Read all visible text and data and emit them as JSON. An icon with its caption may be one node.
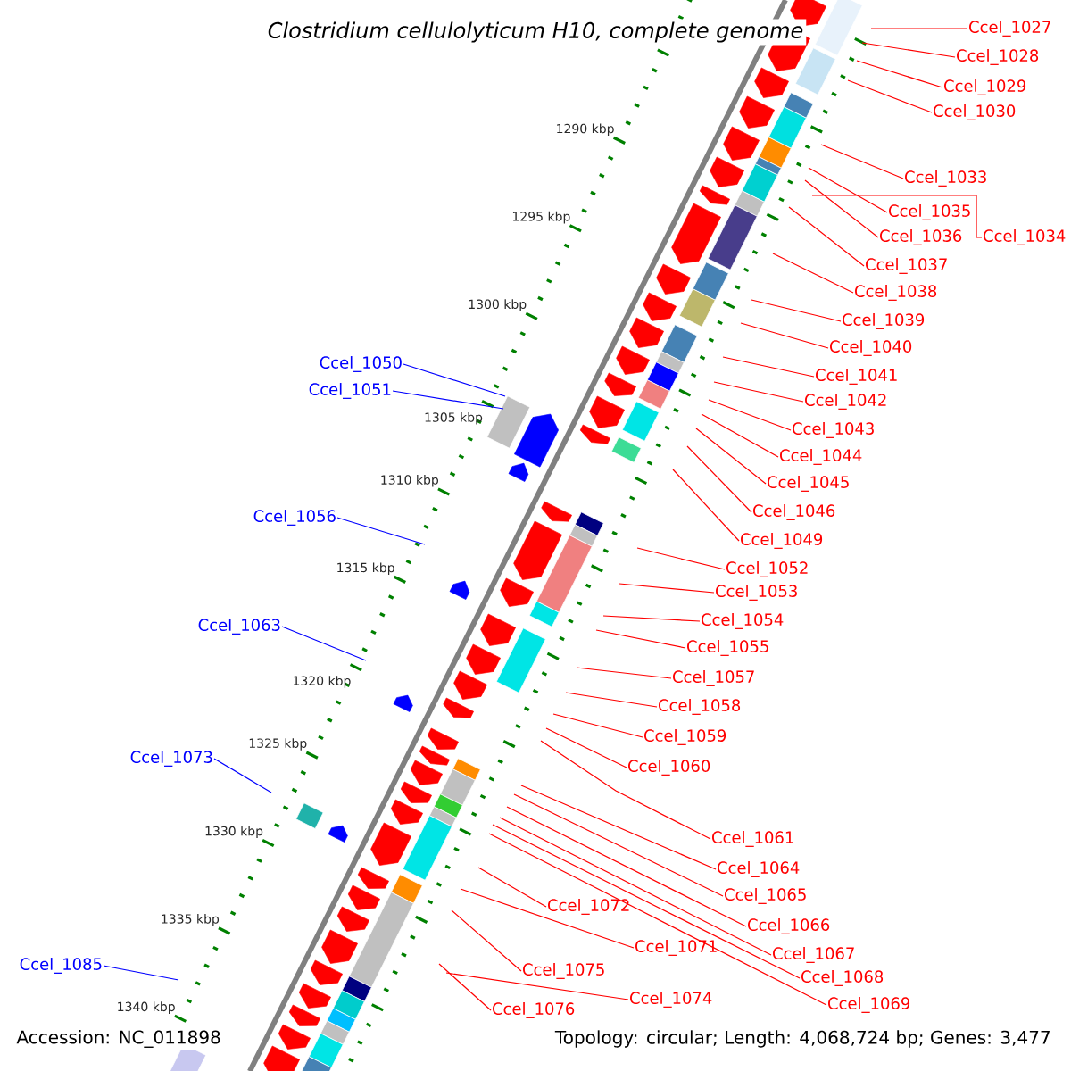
{
  "diagram": {
    "title": "Clostridium cellulolyticum H10, complete genome",
    "nodes": [
      {
        "text": [
          "Ccel_1027"
        ]
      },
      {
        "text": [
          "Ccel_1028"
        ]
      },
      {
        "text": [
          "Ccel_1029"
        ]
      },
      {
        "text": [
          "Ccel_1030"
        ]
      },
      {
        "text": [
          "Ccel_1033"
        ]
      },
      {
        "text": [
          "Ccel_1035"
        ]
      },
      {
        "text": [
          "Ccel_1036"
        ]
      },
      {
        "text": [
          "Ccel_1034"
        ]
      },
      {
        "text": [
          "Ccel_1037"
        ]
      },
      {
        "text": [
          "Ccel_1038"
        ]
      },
      {
        "text": [
          "Ccel_1039"
        ]
      },
      {
        "text": [
          "Ccel_1040"
        ]
      },
      {
        "text": [
          "Ccel_1050"
        ]
      },
      {
        "text": [
          "Ccel_1041"
        ]
      },
      {
        "text": [
          "Ccel_1051"
        ]
      },
      {
        "text": [
          "Ccel_1042"
        ]
      },
      {
        "text": [
          "Ccel_1043"
        ]
      },
      {
        "text": [
          "Ccel_1044"
        ]
      },
      {
        "text": [
          "Ccel_1045"
        ]
      },
      {
        "text": [
          "Ccel_1046"
        ]
      },
      {
        "text": [
          "Ccel_1056"
        ]
      },
      {
        "text": [
          "Ccel_1049"
        ]
      },
      {
        "text": [
          "Ccel_1052"
        ]
      },
      {
        "text": [
          "Ccel_1053"
        ]
      },
      {
        "text": [
          "Ccel_1054"
        ]
      },
      {
        "text": [
          "Ccel_1063"
        ]
      },
      {
        "text": [
          "Ccel_1055"
        ]
      },
      {
        "text": [
          "Ccel_1057"
        ]
      },
      {
        "text": [
          "Ccel_1058"
        ]
      },
      {
        "text": [
          "Ccel_1059"
        ]
      },
      {
        "text": [
          "Ccel_1073"
        ]
      },
      {
        "text": [
          "Ccel_1060"
        ]
      },
      {
        "text": [
          "Ccel_1061"
        ]
      },
      {
        "text": [
          "Ccel_1064"
        ]
      },
      {
        "text": [
          "Ccel_1065"
        ]
      },
      {
        "text": [
          "Ccel_1072"
        ]
      },
      {
        "text": [
          "Ccel_1066"
        ]
      },
      {
        "text": [
          "Ccel_1071"
        ]
      },
      {
        "text": [
          "Ccel_1067"
        ]
      },
      {
        "text": [
          "Ccel_1085"
        ]
      },
      {
        "text": [
          "Ccel_1075"
        ]
      },
      {
        "text": [
          "Ccel_1068"
        ]
      },
      {
        "text": [
          "Ccel_1074"
        ]
      },
      {
        "text": [
          "Ccel_1069"
        ]
      },
      {
        "text": [
          "Ccel_1076"
        ]
      }
    ],
    "edges": [
      {
        "from": 0,
        "to": null,
        "arrow": "none"
      },
      {
        "from": 1,
        "to": null,
        "arrow": "none"
      },
      {
        "from": 2,
        "to": null,
        "arrow": "none"
      },
      {
        "from": 3,
        "to": null,
        "arrow": "none"
      },
      {
        "from": 4,
        "to": null,
        "arrow": "none"
      },
      {
        "from": 5,
        "to": null,
        "arrow": "none"
      },
      {
        "from": 6,
        "to": null,
        "arrow": "none"
      },
      {
        "from": 7,
        "to": null,
        "arrow": "none"
      },
      {
        "from": 8,
        "to": null,
        "arrow": "none"
      },
      {
        "from": 9,
        "to": null,
        "arrow": "none"
      },
      {
        "from": 10,
        "to": null,
        "arrow": "none"
      },
      {
        "from": 11,
        "to": null,
        "arrow": "none"
      },
      {
        "from": 12,
        "to": null,
        "arrow": "none",
        "color": "#0000ff"
      },
      {
        "from": 13,
        "to": null,
        "arrow": "none"
      },
      {
        "from": 14,
        "to": null,
        "arrow": "none",
        "color": "#0000ff"
      },
      {
        "from": 15,
        "to": null,
        "arrow": "none"
      },
      {
        "from": 16,
        "to": null,
        "arrow": "none"
      },
      {
        "from": 17,
        "to": null,
        "arrow": "none"
      },
      {
        "from": 18,
        "to": null,
        "arrow": "none"
      },
      {
        "from": 19,
        "to": null,
        "arrow": "none"
      },
      {
        "from": 20,
        "to": null,
        "arrow": "none",
        "color": "#0000ff"
      },
      {
        "from": 21,
        "to": null,
        "arrow": "none"
      },
      {
        "from": 22,
        "to": null,
        "arrow": "none"
      },
      {
        "from": 23,
        "to": null,
        "arrow": "none"
      },
      {
        "from": 24,
        "to": null,
        "arrow": "none"
      },
      {
        "from": 25,
        "to": null,
        "arrow": "none",
        "color": "#0000ff"
      },
      {
        "from": 26,
        "to": null,
        "arrow": "none"
      },
      {
        "from": 27,
        "to": null,
        "arrow": "none"
      },
      {
        "from": 28,
        "to": null,
        "arrow": "none"
      },
      {
        "from": 29,
        "to": null,
        "arrow": "none"
      },
      {
        "from": 30,
        "to": null,
        "arrow": "none",
        "color": "#0000ff"
      },
      {
        "from": 31,
        "to": null,
        "arrow": "none"
      },
      {
        "from": 32,
        "to": null,
        "arrow": "none"
      },
      {
        "from": 33,
        "to": null,
        "arrow": "none"
      },
      {
        "from": 34,
        "to": null,
        "arrow": "none"
      },
      {
        "from": 35,
        "to": null,
        "arrow": "none"
      },
      {
        "from": 36,
        "to": null,
        "arrow": "none"
      },
      {
        "from": 37,
        "to": null,
        "arrow": "none"
      },
      {
        "from": 38,
        "to": null,
        "arrow": "none"
      },
      {
        "from": 39,
        "to": null,
        "arrow": "none",
        "color": "#0000ff"
      },
      {
        "from": 40,
        "to": null,
        "arrow": "none"
      },
      {
        "from": 41,
        "to": null,
        "arrow": "none"
      },
      {
        "from": 42,
        "to": null,
        "arrow": "none"
      },
      {
        "from": 43,
        "to": null,
        "arrow": "none"
      },
      {
        "from": 44,
        "to": null,
        "arrow": "none"
      }
    ],
    "labels": [
      "1290 kbp",
      "1295 kbp",
      "1300 kbp",
      "1305 kbp",
      "1310 kbp",
      "1315 kbp",
      "1320 kbp",
      "1325 kbp",
      "1330 kbp",
      "1335 kbp",
      "1340 kbp",
      "Accession: NC_011898",
      "Topology: circular; Length: 4,068,724 bp; Genes: 3,477"
    ]
  }
}
